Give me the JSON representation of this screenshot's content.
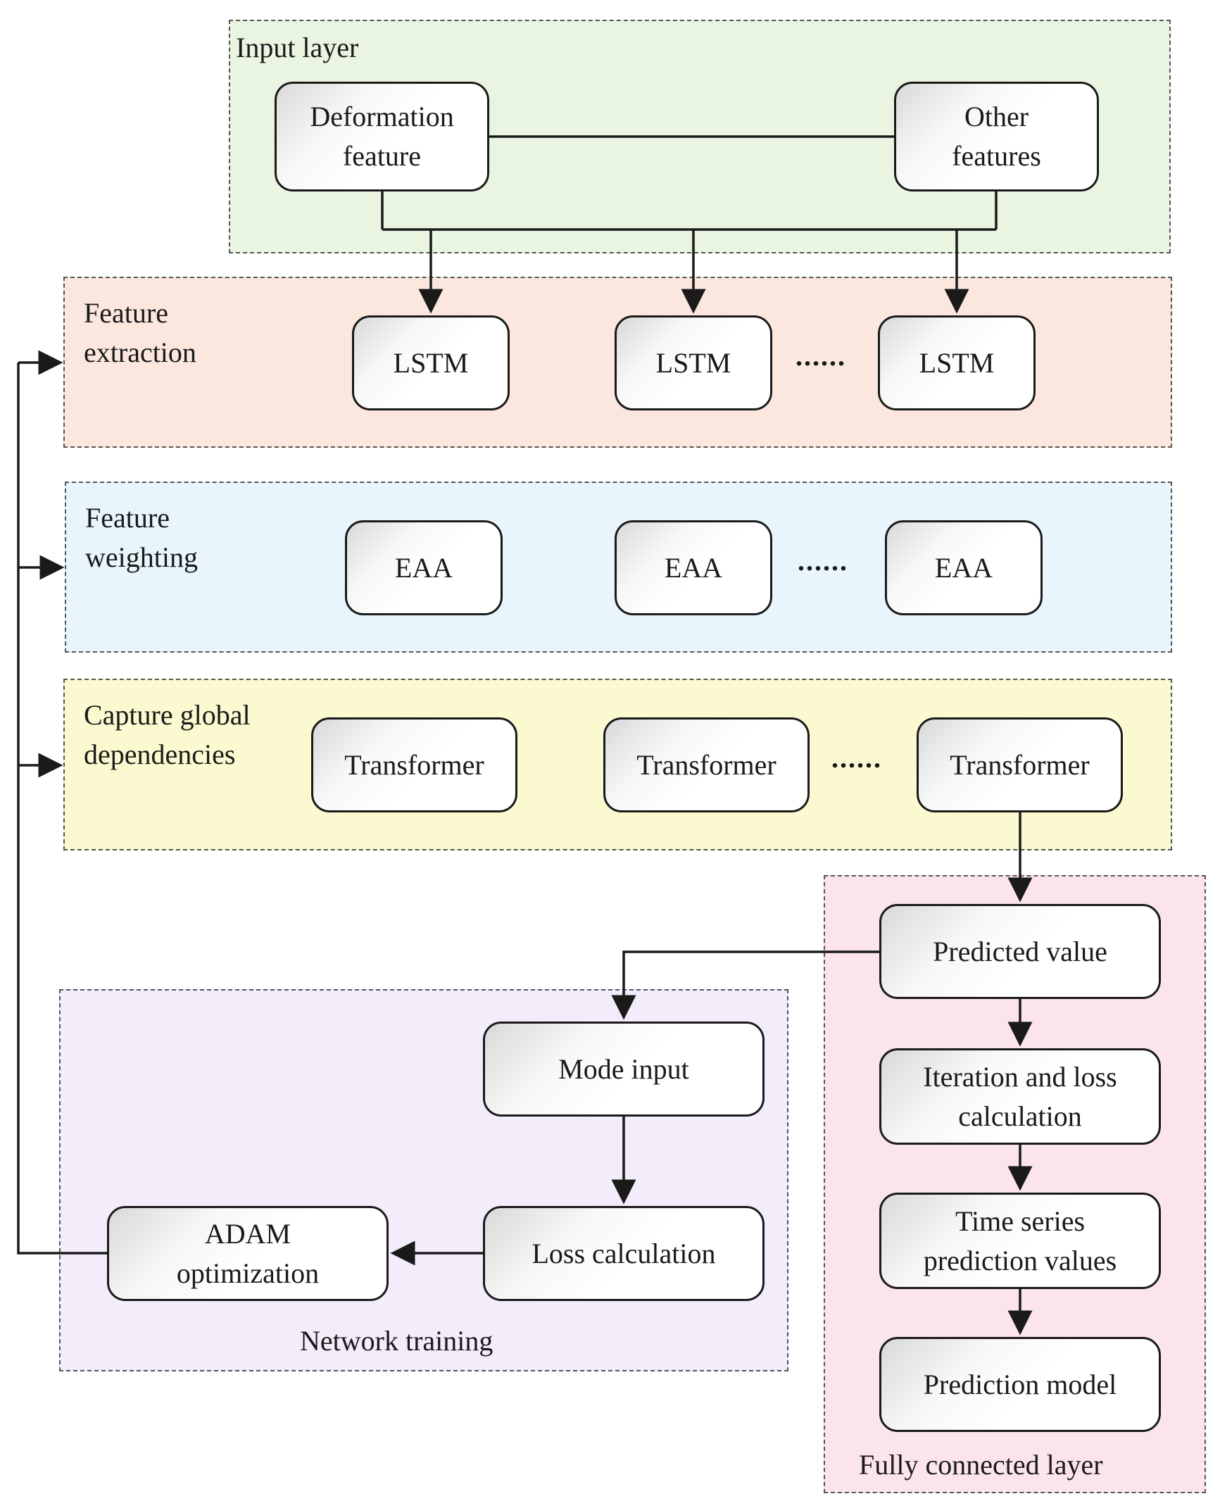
{
  "panels": {
    "input": {
      "title": "Input layer",
      "color": "#eaf5e1"
    },
    "extraction": {
      "title": "Feature\nextraction",
      "color": "#fbe7dd"
    },
    "weighting": {
      "title": "Feature\nweighting",
      "color": "#e8f5fc"
    },
    "global": {
      "title": "Capture global\ndependencies",
      "color": "#fbf9cf"
    },
    "training": {
      "title": "Network training",
      "color": "#f3ecfb"
    },
    "fc": {
      "title": "Fully connected layer",
      "color": "#fce4ee"
    }
  },
  "nodes": {
    "deformation": "Deformation\nfeature",
    "other": "Other\nfeatures",
    "lstm1": "LSTM",
    "lstm2": "LSTM",
    "lstm3": "LSTM",
    "eaa1": "EAA",
    "eaa2": "EAA",
    "eaa3": "EAA",
    "tr1": "Transformer",
    "tr2": "Transformer",
    "tr3": "Transformer",
    "predicted": "Predicted value",
    "iteration": "Iteration and loss\ncalculation",
    "timeseries": "Time series\nprediction values",
    "model": "Prediction model",
    "mode_input": "Mode input",
    "loss": "Loss calculation",
    "adam": "ADAM\noptimization"
  },
  "ellipsis": "......"
}
